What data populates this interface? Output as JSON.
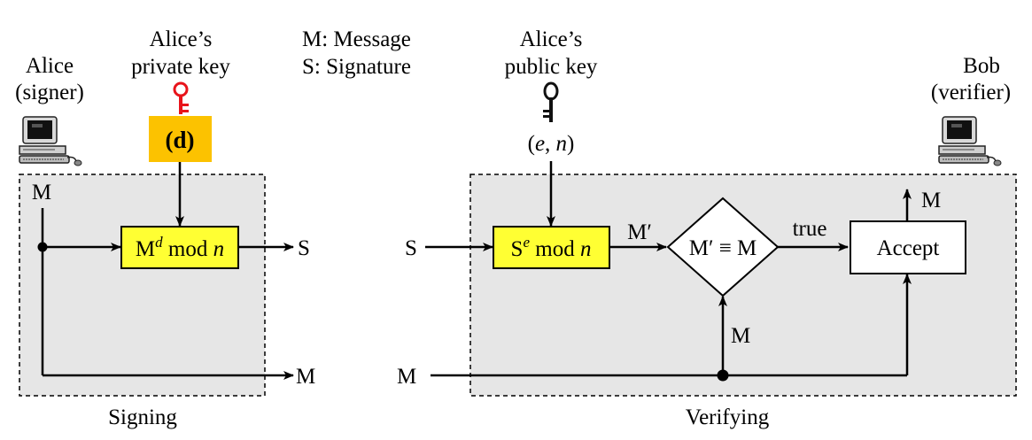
{
  "legend": {
    "message": "M: Message",
    "signature": "S: Signature"
  },
  "signer": {
    "name": "Alice",
    "role": "(signer)",
    "icon": "computer-icon"
  },
  "verifier": {
    "name": "Bob",
    "role": "(verifier)",
    "icon": "computer-icon"
  },
  "private_key": {
    "line1": "Alice’s",
    "line2": "private key",
    "icon": "key-icon",
    "icon_color": "#e8141b",
    "box_label": "(d)",
    "box_color": "#fcc200"
  },
  "public_key": {
    "line1": "Alice’s",
    "line2": "public key",
    "icon": "key-icon",
    "icon_color": "#111111",
    "e": "e",
    "n": "n"
  },
  "signing": {
    "label": "Signing",
    "input": "M",
    "process": {
      "base": "M",
      "exp": "d",
      "mod": "mod",
      "n": "n"
    },
    "output_signature": "S",
    "output_message": "M"
  },
  "verifying": {
    "label": "Verifying",
    "input_signature": "S",
    "input_message": "M",
    "process": {
      "base": "S",
      "exp": "e",
      "mod": "mod",
      "n": "n"
    },
    "m_prime": "M′",
    "compare": "M′ ≡ M",
    "compare_input": "M",
    "true_label": "true",
    "accept": "Accept",
    "output": "M"
  },
  "colors": {
    "panel": "#e6e6e6",
    "process_box": "#ffff33",
    "key_box": "#fcc200"
  }
}
